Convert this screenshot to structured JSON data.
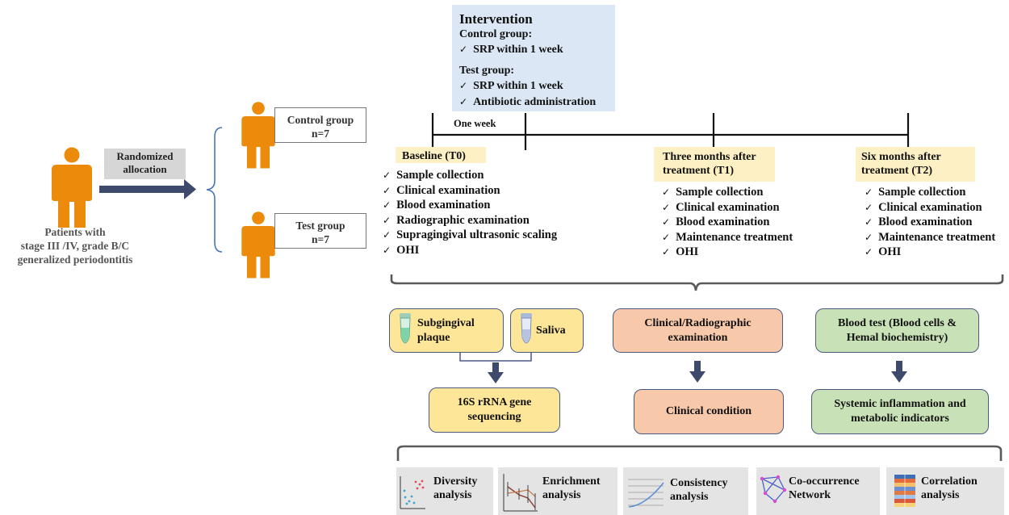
{
  "patients": {
    "label": "Patients with stage III /IV, grade B/C generalized periodontitis",
    "lines": [
      "Patients with",
      "stage III /IV, grade B/C",
      "generalized periodontitis"
    ]
  },
  "randomization": {
    "lines": [
      "Randomized",
      "allocation"
    ]
  },
  "groups": [
    {
      "name": "Control group",
      "n": "n=7"
    },
    {
      "name": "Test group",
      "n": "n=7"
    }
  ],
  "intervention": {
    "title": "Intervention",
    "control_label": "Control group:",
    "control_items": [
      "SRP within 1 week"
    ],
    "test_label": "Test group:",
    "test_items": [
      "SRP within 1 week",
      "Antibiotic administration"
    ]
  },
  "timeline": {
    "one_week": "One week"
  },
  "timepoints": [
    {
      "title_lines": [
        "Baseline (T0)"
      ],
      "items": [
        "Sample collection",
        "Clinical examination",
        "Blood examination",
        "Radiographic examination",
        "Supragingival ultrasonic scaling",
        "OHI"
      ]
    },
    {
      "title_lines": [
        "Three months after",
        "treatment (T1)"
      ],
      "items": [
        "Sample collection",
        "Clinical examination",
        "Blood examination",
        "Maintenance treatment",
        "OHI"
      ]
    },
    {
      "title_lines": [
        "Six months after",
        "treatment (T2)"
      ],
      "items": [
        "Sample collection",
        "Clinical examination",
        "Blood examination",
        "Maintenance treatment",
        "OHI"
      ]
    }
  ],
  "samples": {
    "plaque_lines": [
      "Subgingival",
      "plaque"
    ],
    "saliva": "Saliva",
    "clinical_lines": [
      "Clinical/Radiographic",
      "examination"
    ],
    "blood_lines": [
      "Blood test (Blood cells &",
      "Hemal biochemistry)"
    ]
  },
  "outputs": {
    "sequencing_lines": [
      "16S rRNA gene",
      "sequencing"
    ],
    "clinical_condition": "Clinical condition",
    "systemic_lines": [
      "Systemic inflammation and",
      "metabolic indicators"
    ]
  },
  "analyses": [
    {
      "lines": [
        "Diversity",
        "analysis"
      ],
      "icon": "scatter-icon"
    },
    {
      "lines": [
        "Enrichment",
        "analysis"
      ],
      "icon": "error-bar-line-icon"
    },
    {
      "lines": [
        "Consistency",
        "analysis"
      ],
      "icon": "curve-icon"
    },
    {
      "lines": [
        "Co-occurrence",
        "Network"
      ],
      "icon": "network-icon"
    },
    {
      "lines": [
        "Correlation",
        "analysis"
      ],
      "icon": "heatmap-icon"
    }
  ],
  "colors": {
    "person": "#ec8a0c",
    "arrow": "#3d4a6b",
    "intervention_bg": "#dbe7f4",
    "timepoint_bg": "#fdf0c4",
    "yellow_box": "#fde698",
    "salmon_box": "#f7c8a9",
    "green_box": "#c9e1b6",
    "bracket": "#5a5a5a"
  }
}
